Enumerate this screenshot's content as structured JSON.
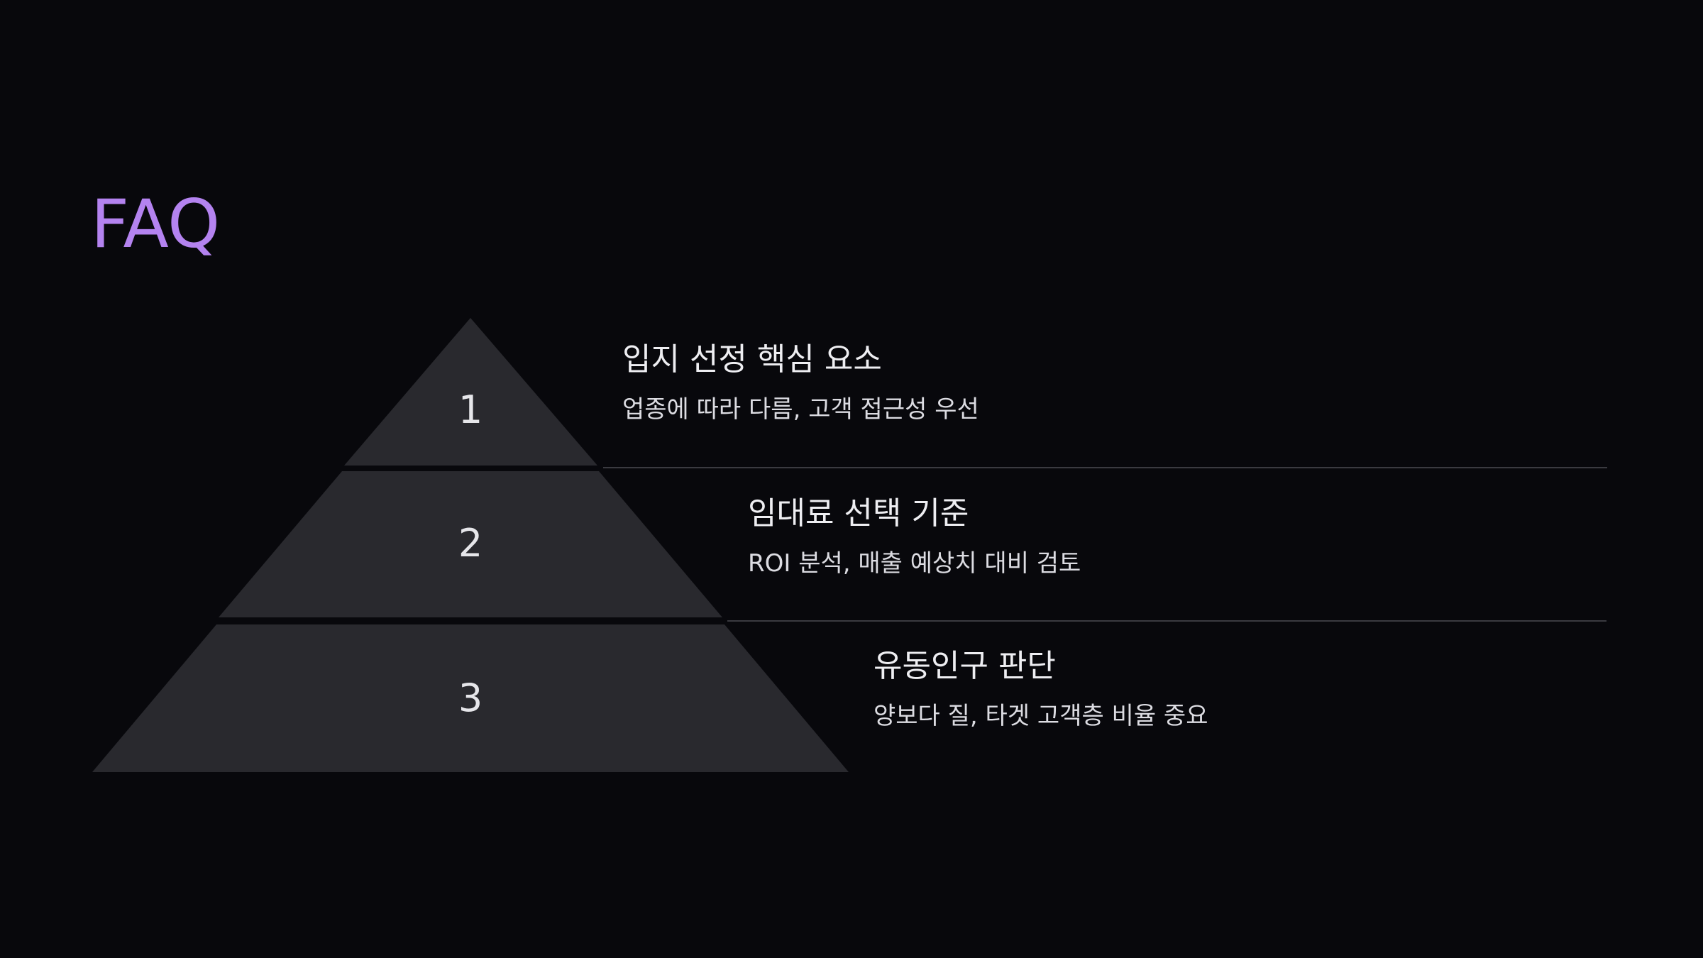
{
  "slide": {
    "title": "FAQ",
    "accent_color": "#b483f0",
    "tier_color": "#29292e"
  },
  "items": [
    {
      "number": "1",
      "heading": "입지 선정 핵심 요소",
      "body": "업종에 따라 다름, 고객 접근성 우선"
    },
    {
      "number": "2",
      "heading": "임대료 선택 기준",
      "body": "ROI 분석, 매출 예상치 대비 검토"
    },
    {
      "number": "3",
      "heading": "유동인구 판단",
      "body": "양보다 질, 타겟 고객층 비율 중요"
    }
  ]
}
